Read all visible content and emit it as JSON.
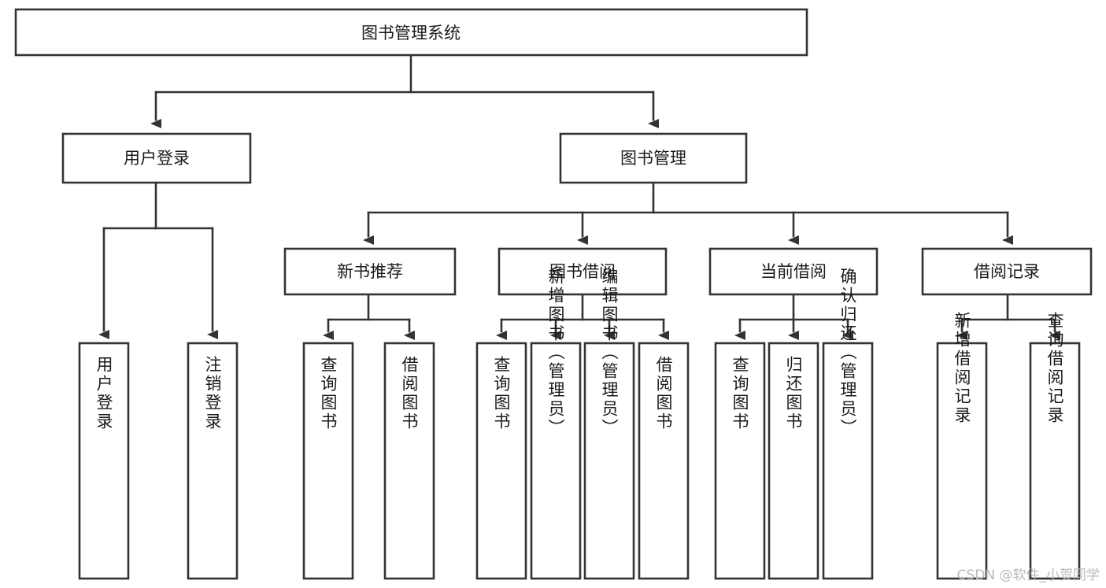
{
  "diagram": {
    "type": "tree-hierarchy",
    "title": "图书管理系统",
    "watermark": "CSDN @软件_小贺同学",
    "colors": {
      "stroke": "#333333",
      "box_fill": "#ffffff",
      "text": "#1a1a1a",
      "background": "#ffffff",
      "watermark": "#b9b9b9"
    },
    "root": {
      "label": "图书管理系统",
      "orientation": "horizontal"
    },
    "level2": [
      {
        "label": "用户登录",
        "orientation": "horizontal"
      },
      {
        "label": "图书管理",
        "orientation": "horizontal"
      }
    ],
    "level3": [
      {
        "label": "新书推荐",
        "orientation": "horizontal"
      },
      {
        "label": "图书借阅",
        "orientation": "horizontal"
      },
      {
        "label": "当前借阅",
        "orientation": "horizontal"
      },
      {
        "label": "借阅记录",
        "orientation": "horizontal"
      }
    ],
    "leaves": {
      "user_login": [
        {
          "label": "用户登录",
          "orientation": "vertical"
        },
        {
          "label": "注销登录",
          "orientation": "vertical"
        }
      ],
      "new_book_recommend": [
        {
          "label": "查询图书",
          "orientation": "vertical"
        },
        {
          "label": "借阅图书",
          "orientation": "vertical"
        }
      ],
      "book_borrow": [
        {
          "label": "查询图书",
          "orientation": "vertical"
        },
        {
          "label": "新增图书（管理员）",
          "orientation": "vertical"
        },
        {
          "label": "编辑图书（管理员）",
          "orientation": "vertical"
        },
        {
          "label": "借阅图书",
          "orientation": "vertical"
        }
      ],
      "current_borrow": [
        {
          "label": "查询图书",
          "orientation": "vertical"
        },
        {
          "label": "归还图书",
          "orientation": "vertical"
        },
        {
          "label": "确认归还（管理员）",
          "orientation": "vertical"
        }
      ],
      "borrow_record": [
        {
          "label": "新增借阅记录",
          "orientation": "vertical"
        },
        {
          "label": "查询借阅记录",
          "orientation": "vertical"
        }
      ]
    }
  }
}
